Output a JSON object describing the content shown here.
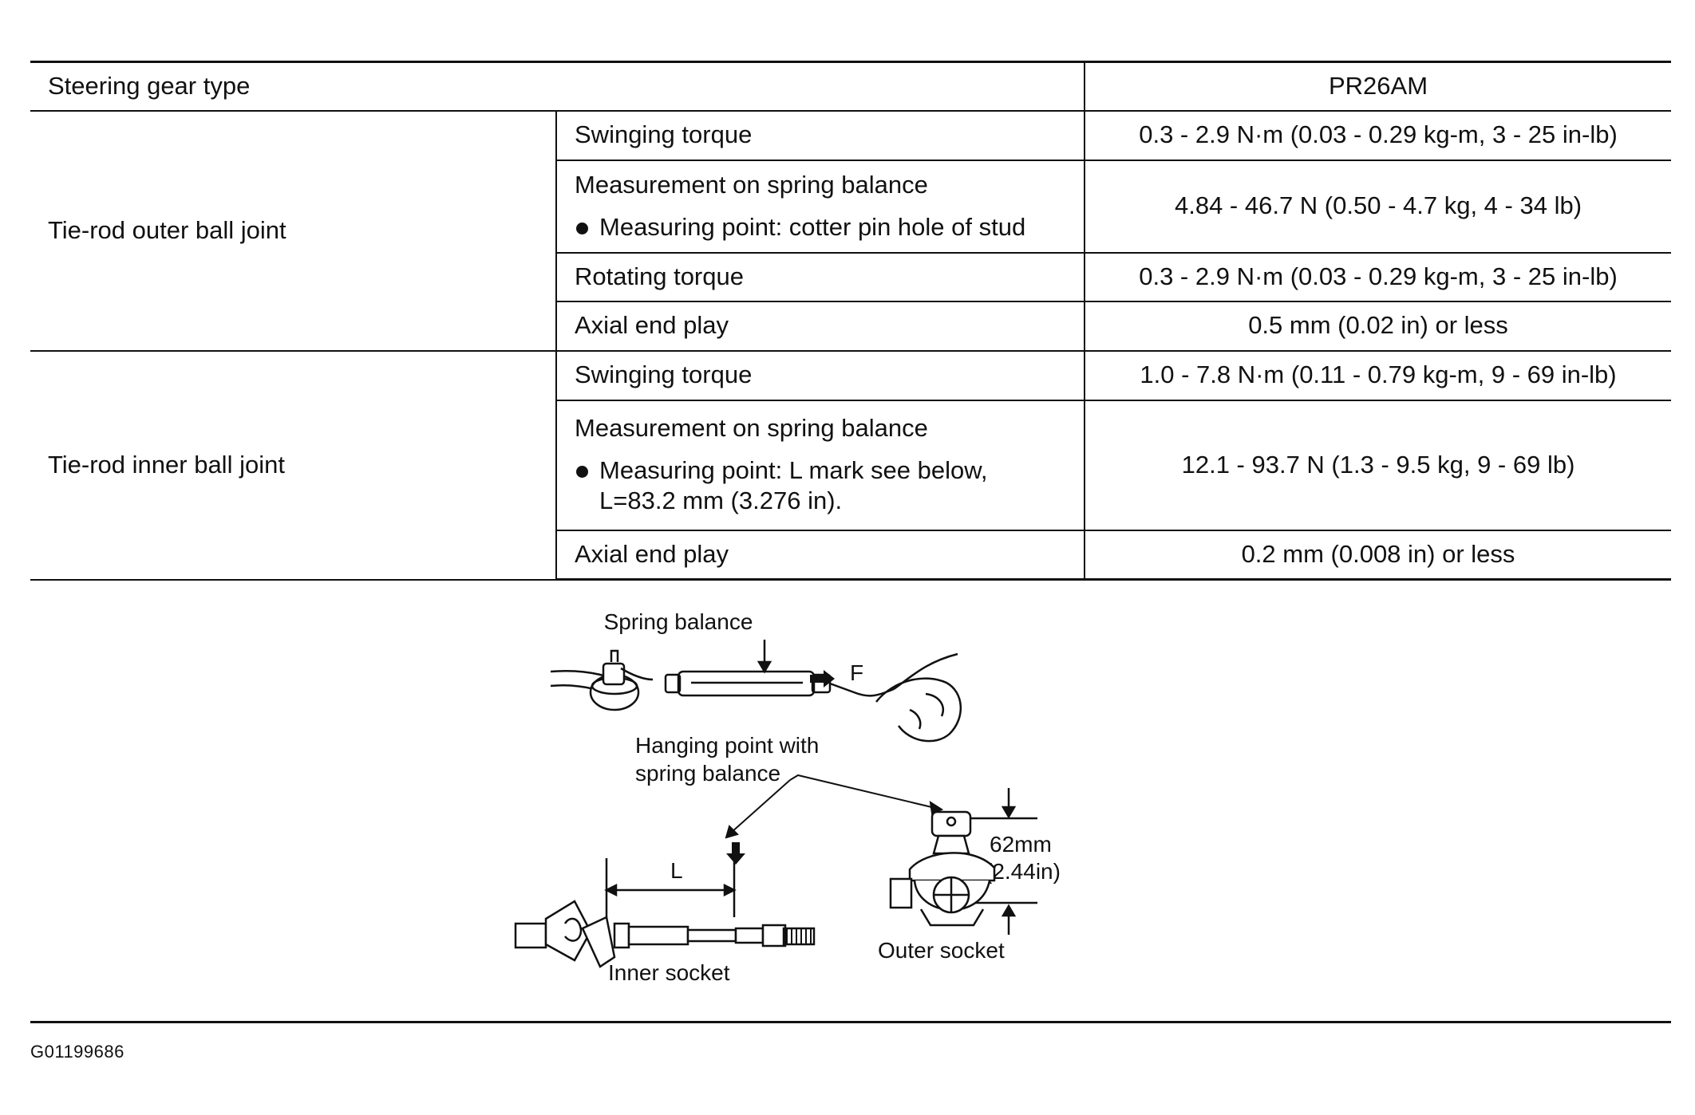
{
  "table": {
    "header": {
      "label": "Steering gear type",
      "value": "PR26AM"
    },
    "outer": {
      "label": "Tie-rod outer ball joint",
      "rows": [
        {
          "item": "Swinging torque",
          "value": "0.3 - 2.9 N·m (0.03 - 0.29 kg-m, 3 - 25 in-lb)"
        },
        {
          "item": "Measurement on spring balance",
          "bullet": "Measuring point: cotter pin hole of stud",
          "value": "4.84 - 46.7 N (0.50 - 4.7 kg, 4 - 34 lb)"
        },
        {
          "item": "Rotating torque",
          "value": "0.3 - 2.9 N·m (0.03 - 0.29 kg-m, 3 - 25 in-lb)"
        },
        {
          "item": "Axial end play",
          "value": "0.5 mm (0.02 in) or less"
        }
      ]
    },
    "inner": {
      "label": "Tie-rod inner ball joint",
      "rows": [
        {
          "item": "Swinging torque",
          "value": "1.0 - 7.8 N·m (0.11 - 0.79 kg-m, 9 - 69 in-lb)"
        },
        {
          "item": "Measurement on spring balance",
          "bullet_1": "Measuring point: L mark see below,",
          "bullet_2": "L=83.2 mm (3.276 in).",
          "value": "12.1 - 93.7 N (1.3 - 9.5 kg, 9 - 69 lb)"
        },
        {
          "item": "Axial end play",
          "value": "0.2 mm (0.008 in) or less"
        }
      ]
    }
  },
  "figure": {
    "spring_balance": "Spring balance",
    "force": "F",
    "hanging_1": "Hanging point with",
    "hanging_2": "spring balance",
    "length_mark": "L",
    "dim_1": "62mm",
    "dim_2": "(2.44in)",
    "inner_socket": "Inner socket",
    "outer_socket": "Outer socket"
  },
  "figure_id": "G01199686"
}
